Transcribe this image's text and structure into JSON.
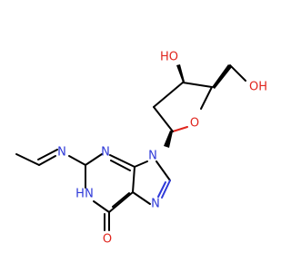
{
  "colors": {
    "carbon_bond": "#000000",
    "nitrogen": "#2e39d8",
    "oxygen": "#e0251d",
    "background": "#ffffff"
  },
  "labels": {
    "ring_oxygen": "O",
    "hydroxyl_top": "HO",
    "hydroxyl_right": "OH",
    "n3": "N",
    "n9": "N",
    "n7": "N",
    "imine_n": "N",
    "n1h": "N",
    "n1h_h": "H",
    "carbonyl_o": "O"
  }
}
